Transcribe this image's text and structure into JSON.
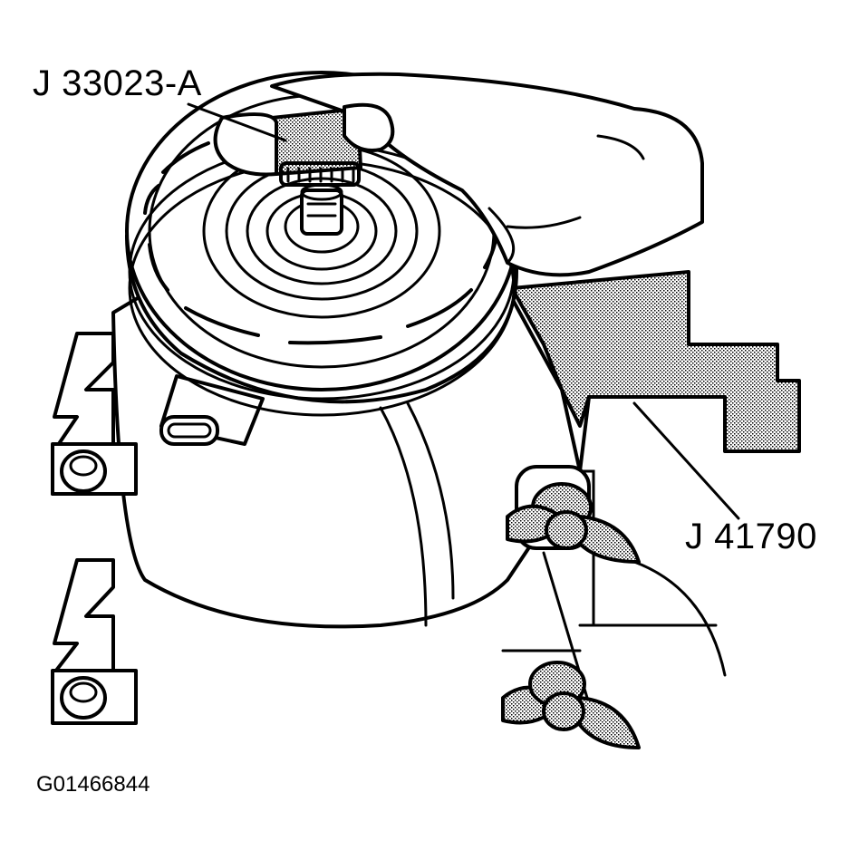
{
  "figure": {
    "tool_labels": {
      "clutch_plate_tool": "J 33023-A",
      "holding_fixture": "J 41790"
    },
    "figure_id": "G01466844"
  },
  "colors": {
    "ink": "#000000",
    "paper": "#ffffff",
    "stipple": "#000000"
  }
}
